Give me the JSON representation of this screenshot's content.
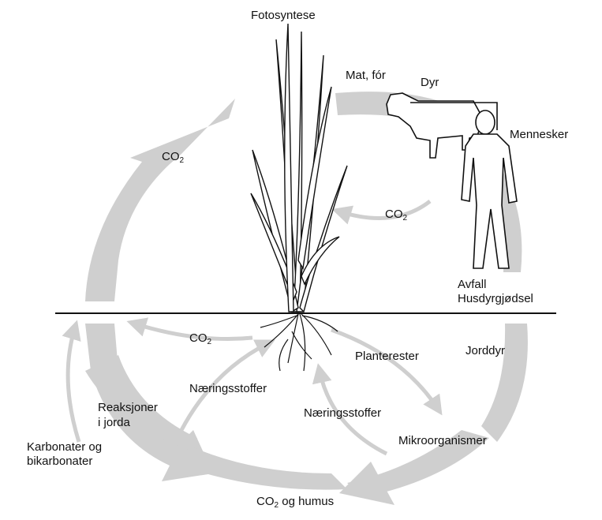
{
  "labels": {
    "fotosyntese": "Fotosyntese",
    "mat_for": "Mat, fór",
    "dyr": "Dyr",
    "mennesker": "Mennesker",
    "co2_left": "CO",
    "co2_left_sub": "2",
    "co2_mid": "CO",
    "co2_mid_sub": "2",
    "co2_ground": "CO",
    "co2_ground_sub": "2",
    "avfall": "Avfall",
    "husdyrgjodsel": "Husdyrgjødsel",
    "jorddyr": "Jorddyr",
    "planterester": "Planterester",
    "naeringsstoffer_left": "Næringsstoffer",
    "naeringsstoffer_right": "Næringsstoffer",
    "reaksjoner_line1": "Reaksjoner",
    "reaksjoner_line2": "i jorda",
    "karbonater_line1": "Karbonater og",
    "karbonater_line2": "bikarbonater",
    "mikroorganismer": "Mikroorganismer",
    "co2_humus_prefix": "CO",
    "co2_humus_sub": "2",
    "co2_humus_suffix": " og humus"
  },
  "colors": {
    "cycle_arrow": "#cfcfcf",
    "line": "#111111",
    "background": "#ffffff"
  }
}
